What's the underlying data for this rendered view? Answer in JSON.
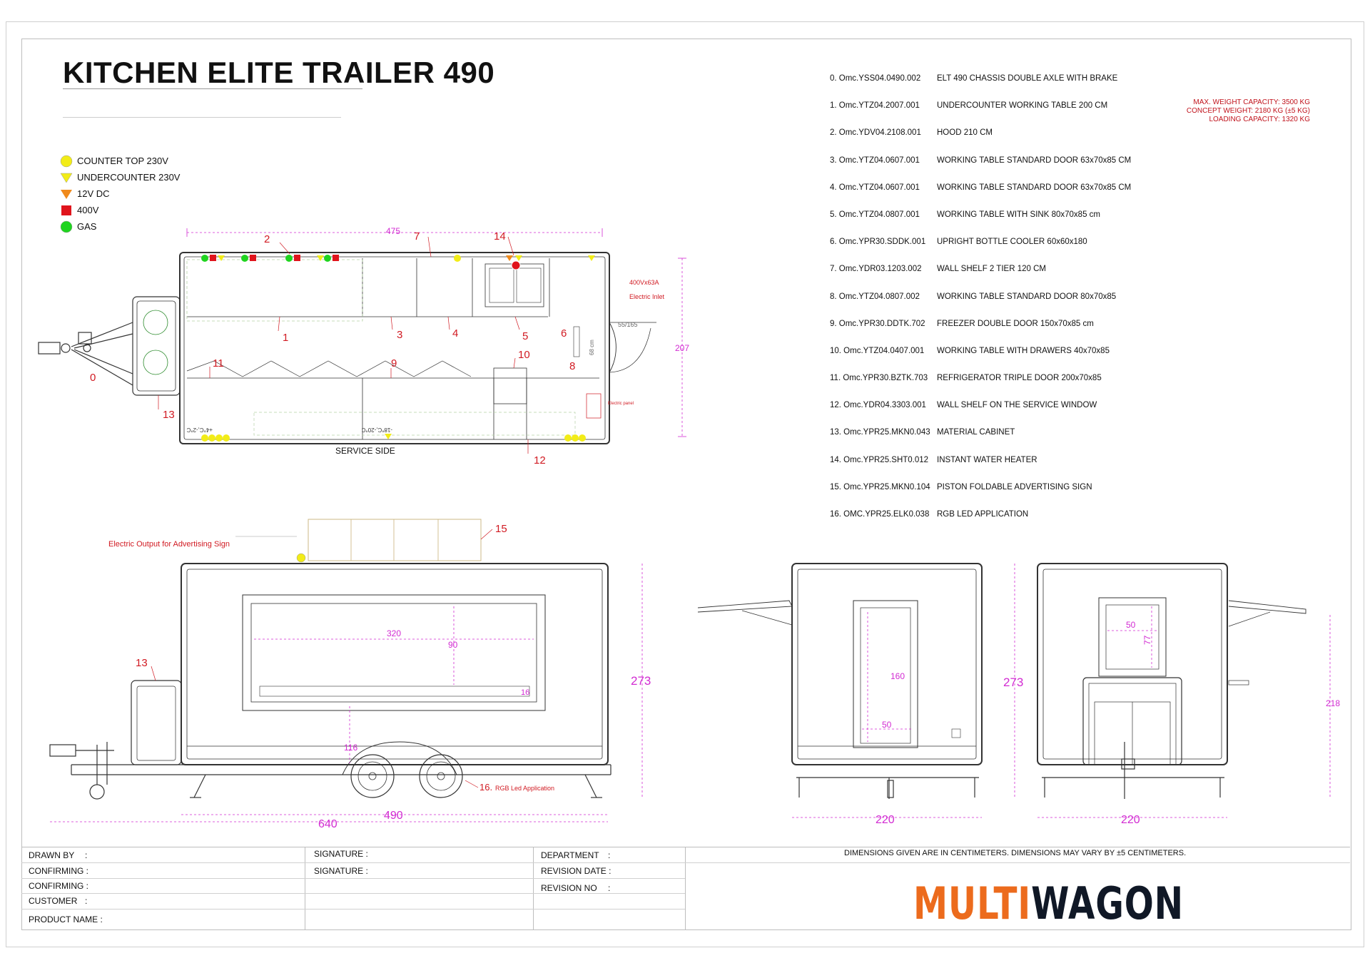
{
  "title": "KITCHEN ELITE TRAILER 490",
  "legend": [
    {
      "label": "COUNTER TOP 230V",
      "shape": "circle",
      "color": "#f2ec18"
    },
    {
      "label": "UNDERCOUNTER 230V",
      "shape": "triangle-down",
      "color": "#f2ec18"
    },
    {
      "label": "12V DC",
      "shape": "triangle-down",
      "color": "#f08a1c"
    },
    {
      "label": "400V",
      "shape": "square",
      "color": "#e0141c"
    },
    {
      "label": "GAS",
      "shape": "circle",
      "color": "#1fd41f"
    }
  ],
  "parts": [
    {
      "code": "0. Omc.YSS04.0490.002",
      "desc": "ELT 490 CHASSIS DOUBLE AXLE WITH BRAKE"
    },
    {
      "code": "1. Omc.YTZ04.2007.001",
      "desc": "UNDERCOUNTER WORKING TABLE 200 CM"
    },
    {
      "code": "2. Omc.YDV04.2108.001",
      "desc": "HOOD 210 CM"
    },
    {
      "code": "3. Omc.YTZ04.0607.001",
      "desc": "WORKING TABLE STANDARD DOOR 63x70x85 CM"
    },
    {
      "code": "4. Omc.YTZ04.0607.001",
      "desc": "WORKING TABLE STANDARD DOOR 63x70x85 CM"
    },
    {
      "code": "5. Omc.YTZ04.0807.001",
      "desc": "WORKING TABLE WITH SINK 80x70x85 cm"
    },
    {
      "code": "6. Omc.YPR30.SDDK.001",
      "desc": "UPRIGHT BOTTLE COOLER 60x60x180"
    },
    {
      "code": "7. Omc.YDR03.1203.002",
      "desc": "WALL SHELF 2 TIER 120 CM"
    },
    {
      "code": "8. Omc.YTZ04.0807.002",
      "desc": "WORKING TABLE STANDARD DOOR 80x70x85"
    },
    {
      "code": "9. Omc.YPR30.DDTK.702",
      "desc": "FREEZER DOUBLE DOOR 150x70x85 cm"
    },
    {
      "code": "10. Omc.YTZ04.0407.001",
      "desc": "WORKING TABLE WITH DRAWERS 40x70x85"
    },
    {
      "code": "11. Omc.YPR30.BZTK.703",
      "desc": "REFRIGERATOR TRIPLE DOOR 200x70x85"
    },
    {
      "code": "12. Omc.YDR04.3303.001",
      "desc": "WALL SHELF ON THE SERVICE WINDOW"
    },
    {
      "code": "13. Omc.YPR25.MKN0.043",
      "desc": "MATERIAL CABINET"
    },
    {
      "code": "14. Omc.YPR25.SHT0.012",
      "desc": "INSTANT WATER HEATER"
    },
    {
      "code": "15. Omc.YPR25.MKN0.104",
      "desc": "PISTON FOLDABLE ADVERTISING SIGN"
    },
    {
      "code": "16. OMC.YPR25.ELK0.038",
      "desc": "RGB LED APPLICATION"
    }
  ],
  "capacity": [
    "MAX. WEIGHT CAPACITY: 3500 KG",
    "CONCEPT WEIGHT: 2180 KG (±5 KG)",
    "LOADING CAPACITY: 1320 KG"
  ],
  "plan": {
    "service_side": "SERVICE SIDE",
    "dim_length": "475",
    "dim_width": "207",
    "door": "55/165",
    "door_side": "68 cm",
    "electric_rating": "400Vx63A",
    "electric_inlet": "Electric Inlet",
    "electric_panel": "Electric panel",
    "temp_a": "+4°C,-2°C",
    "temp_b": "-18°C,-20°C",
    "callouts": [
      "0",
      "1",
      "2",
      "3",
      "4",
      "5",
      "6",
      "7",
      "8",
      "9",
      "10",
      "11",
      "12",
      "13",
      "14"
    ]
  },
  "side": {
    "sign_label": "Electric Output for Advertising Sign",
    "callout_15": "15",
    "callout_13": "13",
    "win_w": "320",
    "win_h": "90",
    "shelf": "16",
    "floor": "116",
    "height": "273",
    "len_total": "640",
    "len_body": "490",
    "led_num": "16.",
    "led_label": "RGB Led Application"
  },
  "rear": {
    "door_h": "160",
    "door_w": "50",
    "height": "273",
    "width": "220"
  },
  "front": {
    "win_w": "50",
    "win_h": "77",
    "height": "218",
    "width": "220"
  },
  "titleblock": {
    "drawn_by": "DRAWN BY",
    "confirming1": "CONFIRMING :",
    "confirming2": "CONFIRMING :",
    "customer": "CUSTOMER",
    "product_name": "PRODUCT NAME :",
    "signature1": "SIGNATURE :",
    "signature2": "SIGNATURE :",
    "department": "DEPARTMENT",
    "revision_date": "REVISION DATE :",
    "revision_no": "REVISION NO",
    "colon": ":",
    "note": "DIMENSIONS GIVEN ARE IN CENTIMETERS. DIMENSIONS MAY VARY BY ±5 CENTIMETERS."
  },
  "logo": {
    "part1": "MULTI",
    "part2": "WAGON"
  },
  "colors": {
    "callout": "#d11a22",
    "dimension": "#d22bd2",
    "outline": "#333333"
  }
}
